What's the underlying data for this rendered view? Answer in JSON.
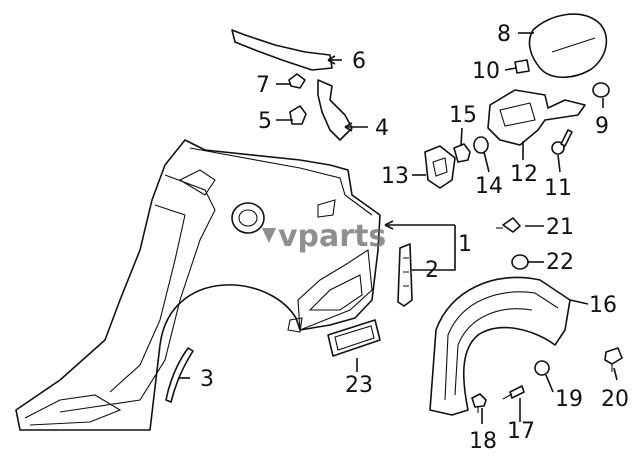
{
  "watermark": {
    "text": "vparts",
    "mark_color": "#6a6a6a"
  },
  "callouts": [
    "1",
    "2",
    "3",
    "4",
    "5",
    "6",
    "7",
    "8",
    "9",
    "10",
    "11",
    "12",
    "13",
    "14",
    "15",
    "16",
    "17",
    "18",
    "19",
    "20",
    "21",
    "22",
    "23"
  ],
  "colors": {
    "line": "#111111",
    "background": "#ffffff"
  }
}
